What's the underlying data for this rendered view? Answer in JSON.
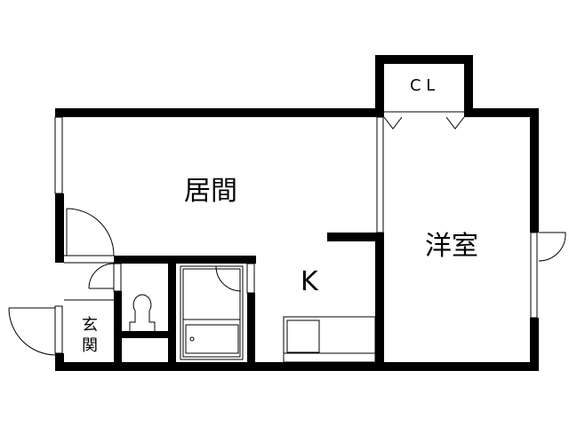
{
  "rooms": {
    "living": "居間",
    "western": "洋室",
    "kitchen": "K",
    "closet": "C L",
    "entrance_top": "玄",
    "entrance_bottom": "関"
  },
  "colors": {
    "wall": "#000000",
    "background": "#ffffff"
  }
}
